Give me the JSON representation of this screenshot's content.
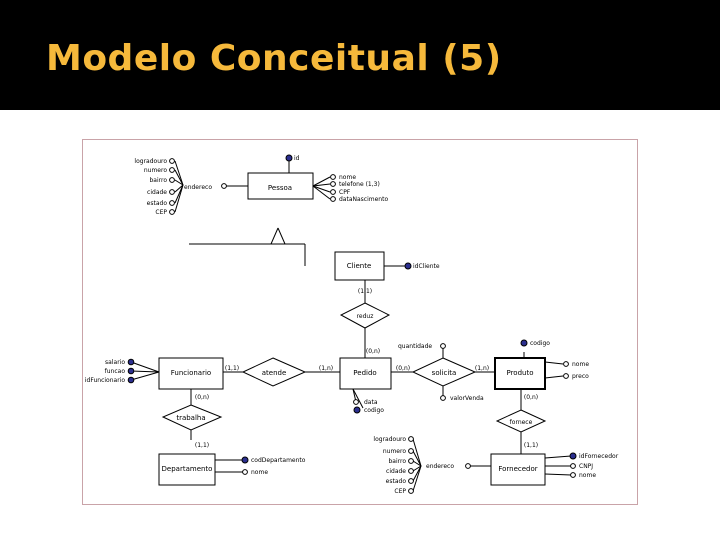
{
  "slide": {
    "title": "Modelo Conceitual (5)"
  },
  "entities": {
    "pessoa": "Pessoa",
    "cliente": "Cliente",
    "funcionario": "Funcionario",
    "pedido": "Pedido",
    "produto": "Produto",
    "departamento": "Departamento",
    "fornecedor": "Fornecedor"
  },
  "relationships": {
    "reduz": "reduz",
    "atende": "atende",
    "solicita": "solicita",
    "trabalha": "trabalha",
    "fornece": "fornece"
  },
  "attributes": {
    "pessoa_id": "id",
    "pessoa_endereco": "endereco",
    "pessoa_nome": "nome",
    "pessoa_telefone": "telefone (1,3)",
    "pessoa_cpf": "CPF",
    "pessoa_datanasc": "dataNascimento",
    "endereco_pessoa": [
      "logradouro",
      "numero",
      "bairro",
      "cidade",
      "estado",
      "CEP"
    ],
    "cliente_id": "idCliente",
    "func_attrs": [
      "salario",
      "funcao",
      "idFuncionario"
    ],
    "pedido_data": "data",
    "pedido_codigo": "codigo",
    "solicita_qtd": "quantidade",
    "solicita_valor": "valorVenda",
    "produto_codigo": "codigo",
    "produto_nome": "nome",
    "produto_preco": "preco",
    "dep_codigo": "codDepartamento",
    "dep_nome": "nome",
    "endereco_fornecedor": [
      "logradouro",
      "numero",
      "bairro",
      "cidade",
      "estado",
      "CEP"
    ],
    "fornecedor_endereco": "endereco",
    "fornecedor_id": "idFornecedor",
    "fornecedor_cnpj": "CNPJ",
    "fornecedor_nome": "nome"
  },
  "cardinalities": {
    "cliente_reduz": "(1,1)",
    "reduz_pedido": "(0,n)",
    "func_atende": "(1,1)",
    "atende_pedido": "(1,n)",
    "pedido_solicita": "(0,n)",
    "solicita_produto": "(1,n)",
    "func_trabalha": "(0,n)",
    "trabalha_dep": "(1,1)",
    "produto_fornece": "(0,n)",
    "fornece_fornecedor": "(1,1)"
  }
}
